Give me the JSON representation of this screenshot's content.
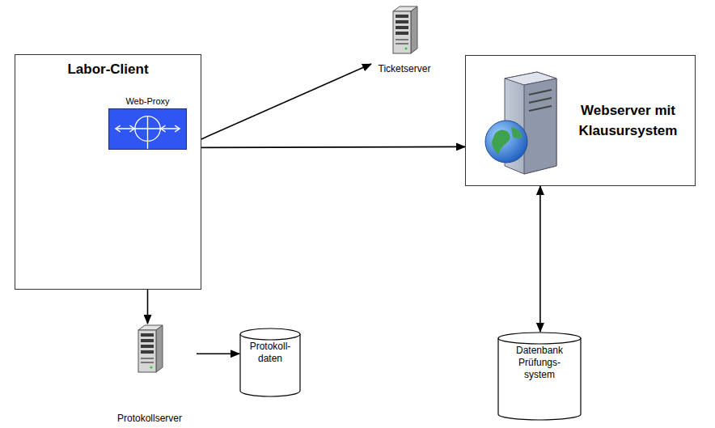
{
  "diagram": {
    "nodes": [
      {
        "text": [
          "Labor-Client"
        ]
      },
      {
        "text": [
          "Web-Proxy"
        ],
        "in": 0
      },
      {
        "text": [
          "Ticketserver"
        ]
      },
      {
        "text": [
          "Webserver mit Klausursystem"
        ]
      },
      {
        "text": [
          "Protokollserver"
        ]
      },
      {
        "text": [
          "Protokoll- daten"
        ]
      },
      {
        "text": [
          "Datenbank Prüfungs- system"
        ]
      }
    ],
    "edges": [
      {
        "from": 1,
        "to": 2,
        "arrow": "both"
      },
      {
        "from": 1,
        "to": 3,
        "arrow": "both"
      },
      {
        "from": 1,
        "to": 4,
        "arrow": "to"
      },
      {
        "from": 4,
        "to": 5,
        "arrow": "to"
      },
      {
        "from": 3,
        "to": 6,
        "arrow": "both"
      }
    ]
  }
}
